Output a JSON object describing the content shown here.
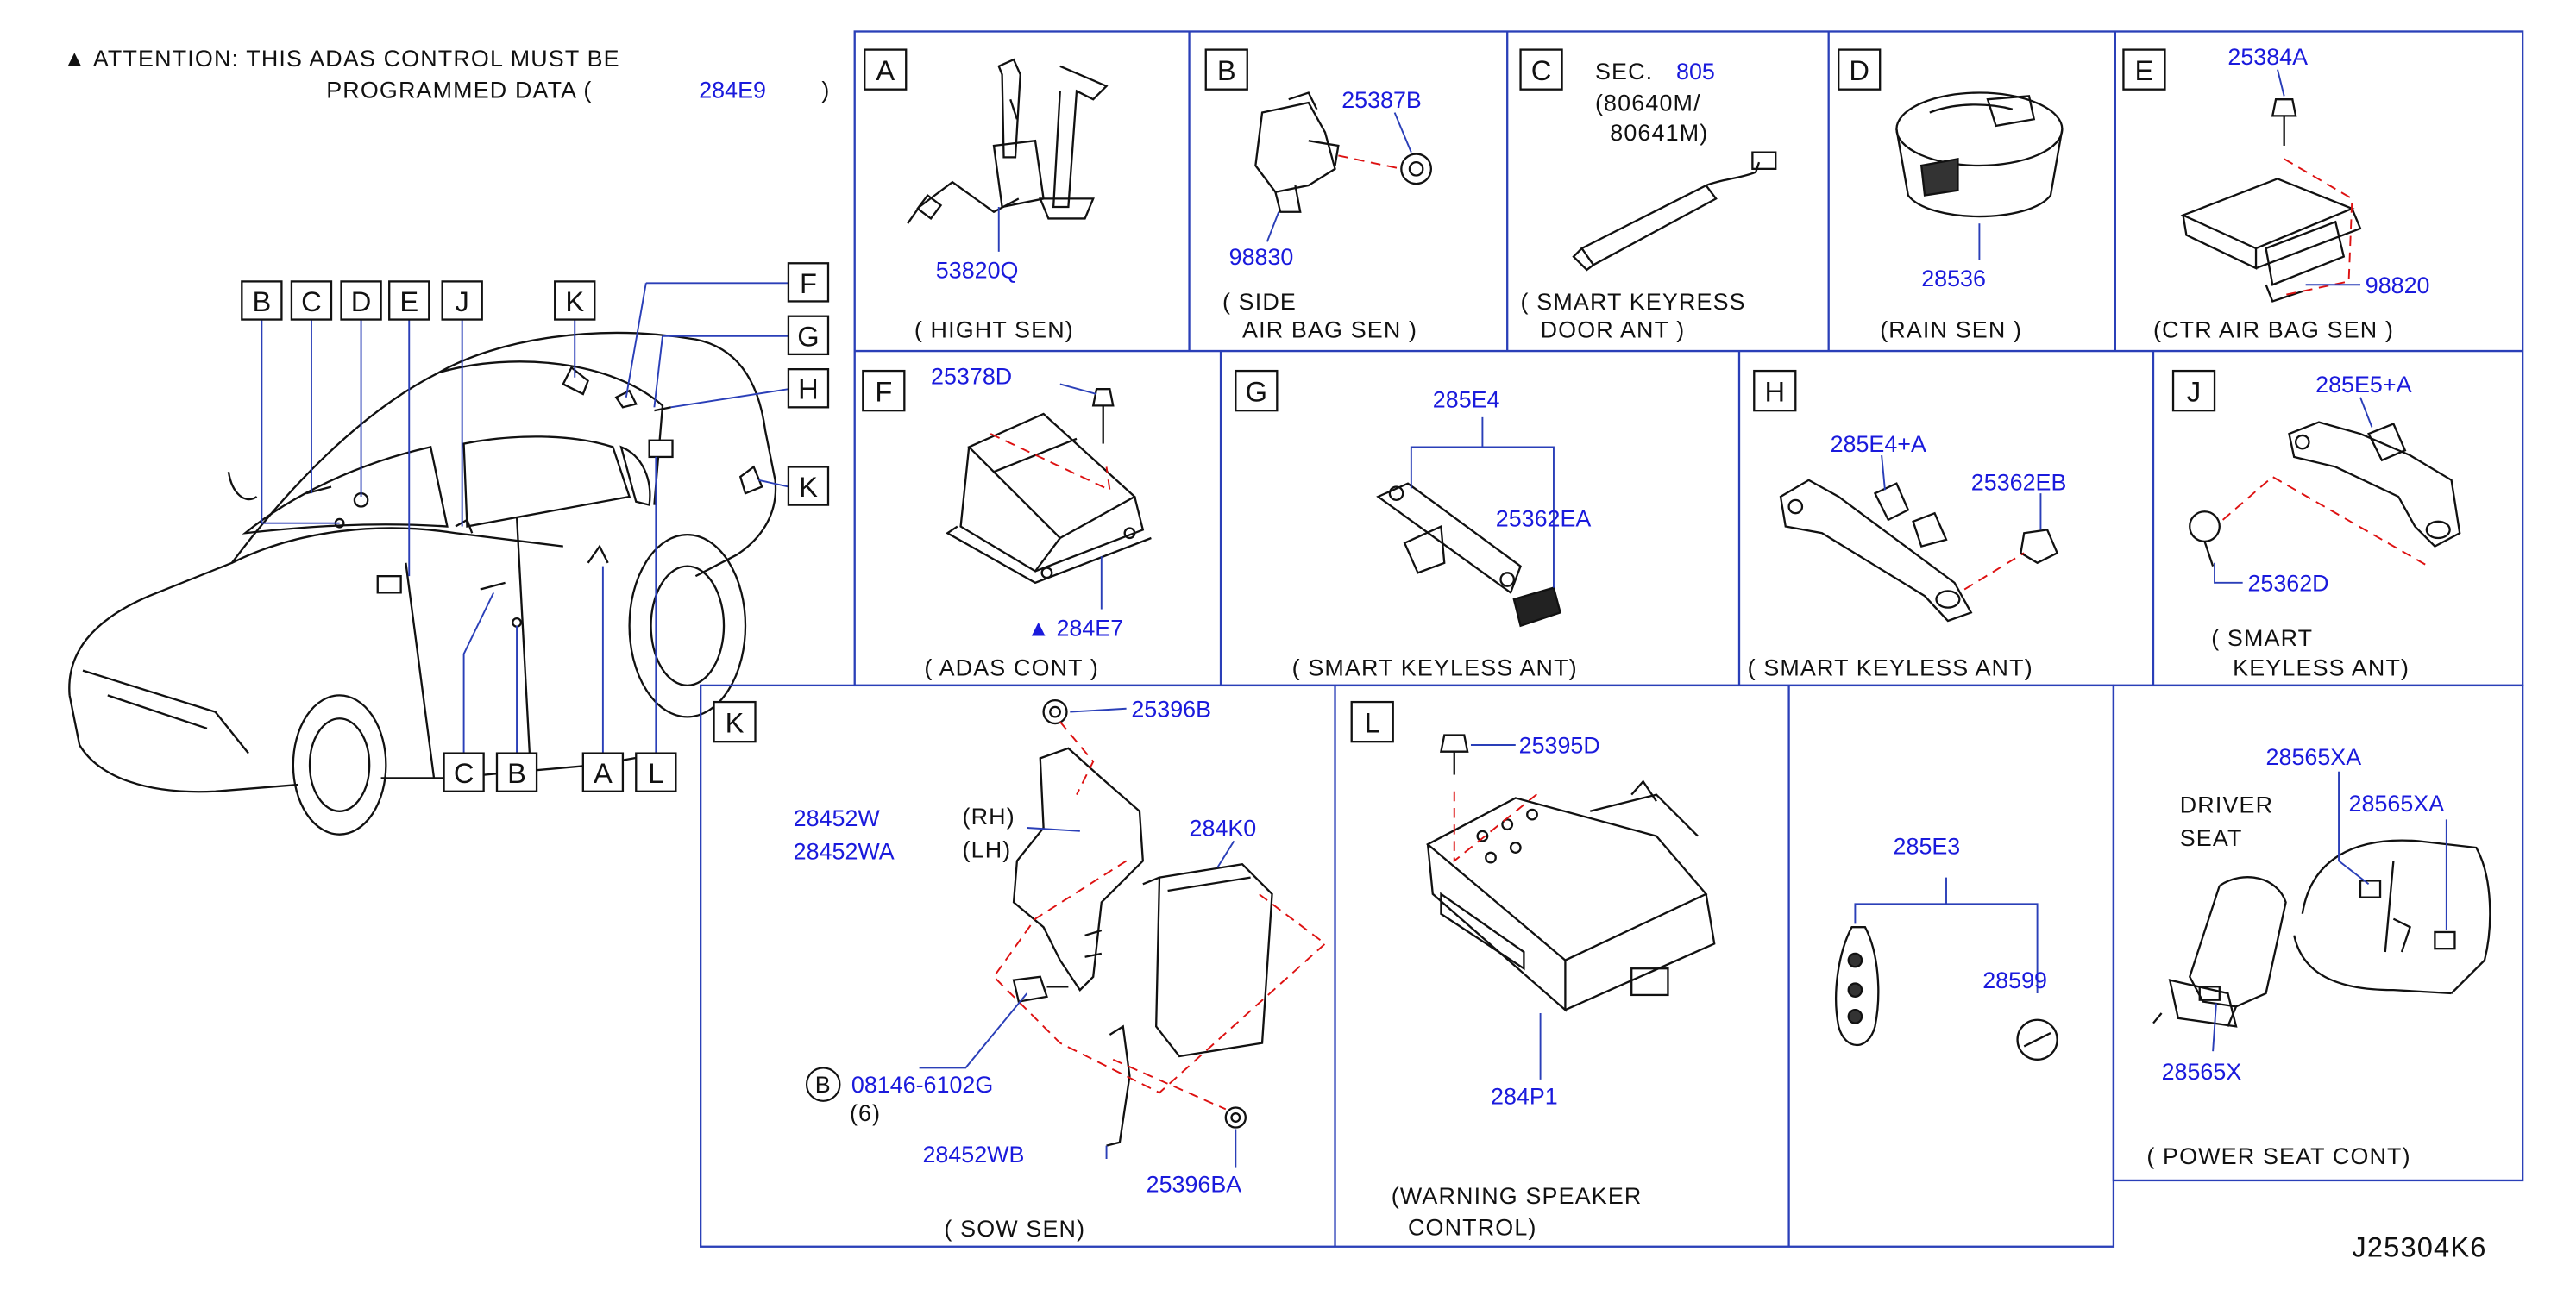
{
  "attention": {
    "line1": "▲ ATTENTION:  THIS  ADAS  CONTROL  MUST  BE",
    "line2": "PROGRAMMED  DATA  (",
    "code": "284E9",
    "close": ")"
  },
  "overview_labels": {
    "top": [
      "B",
      "C",
      "D",
      "E",
      "J",
      "K"
    ],
    "right": [
      "F",
      "G",
      "H",
      "K"
    ],
    "bottom": [
      "C",
      "B",
      "A",
      "L"
    ]
  },
  "panels": {
    "A": {
      "letter": "A",
      "part": "53820Q",
      "caption": "( HIGHT   SEN)"
    },
    "B": {
      "letter": "B",
      "part1": "25387B",
      "part2": "98830",
      "caption1": "( SIDE",
      "caption2": "AIR   BAG   SEN )"
    },
    "C": {
      "letter": "C",
      "sec_label": "SEC.",
      "sec_no": "805",
      "ref1": "(80640M/",
      "ref2": "80641M)",
      "caption1": "( SMART   KEYRESS",
      "caption2": "DOOR   ANT )"
    },
    "D": {
      "letter": "D",
      "part": "28536",
      "caption": "(RAIN   SEN )"
    },
    "E": {
      "letter": "E",
      "part1": "25384A",
      "part2": "98820",
      "caption": "(CTR   AIR   BAG   SEN )"
    },
    "F": {
      "letter": "F",
      "part1": "25378D",
      "part2": "▲ 284E7",
      "caption": "( ADAS   CONT )"
    },
    "G": {
      "letter": "G",
      "part1": "285E4",
      "part2": "25362EA",
      "caption": "( SMART   KEYLESS   ANT)"
    },
    "H": {
      "letter": "H",
      "part1": "285E4+A",
      "part2": "25362EB",
      "caption": "( SMART   KEYLESS   ANT)"
    },
    "J": {
      "letter": "J",
      "part1": "285E5+A",
      "part2": "25362D",
      "caption1": "( SMART",
      "caption2": "KEYLESS   ANT)"
    },
    "K": {
      "letter": "K",
      "part1": "25396B",
      "part2": "28452W",
      "part3": "28452WA",
      "rh": "(RH)",
      "lh": "(LH)",
      "part4": "284K0",
      "bolt_letter": "B",
      "part5": "08146-6102G",
      "qty": "(6)",
      "part6": "28452WB",
      "part7": "25396BA",
      "caption": "( SOW   SEN)"
    },
    "L": {
      "letter": "L",
      "part1": "25395D",
      "part2": "284P1",
      "caption1": "(WARNING   SPEAKER",
      "caption2": "CONTROL)"
    },
    "M": {
      "part1": "285E3",
      "part2": "28599"
    },
    "N": {
      "part1": "28565XA",
      "part2": "28565XA",
      "driver1": "DRIVER",
      "driver2": "SEAT",
      "part3": "28565X",
      "caption": "( POWER   SEAT   CONT)"
    }
  },
  "diagram_code": "J25304K6",
  "colors": {
    "part_number": "#1a1adc",
    "frame": "#2a3fb8",
    "ink": "#111111"
  }
}
